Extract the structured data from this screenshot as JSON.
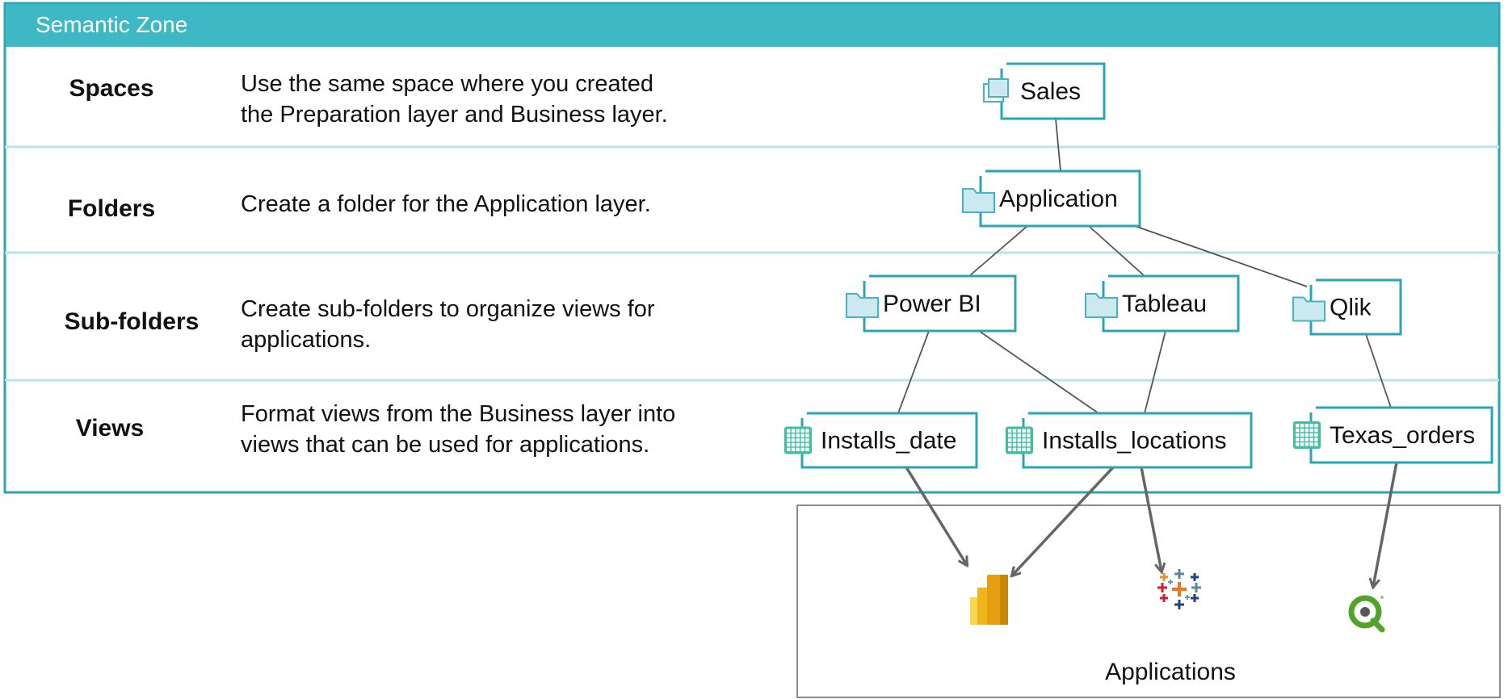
{
  "zone": {
    "title": "Semantic Zone"
  },
  "rows": [
    {
      "label": "Spaces",
      "desc": [
        "Use the same space where you created",
        "the Preparation layer and Business layer."
      ]
    },
    {
      "label": "Folders",
      "desc": [
        "Create a folder for the Application layer."
      ]
    },
    {
      "label": "Sub-folders",
      "desc": [
        "Create sub-folders to organize views for",
        "applications."
      ]
    },
    {
      "label": "Views",
      "desc": [
        "Format views from the Business layer into",
        "views that can be used for applications."
      ]
    }
  ],
  "nodes": [
    {
      "id": "sales",
      "label": "Sales",
      "icon": "space-icon"
    },
    {
      "id": "application",
      "label": "Application",
      "icon": "folder-icon"
    },
    {
      "id": "powerbi",
      "label": "Power BI",
      "icon": "folder-icon"
    },
    {
      "id": "tableau",
      "label": "Tableau",
      "icon": "folder-icon"
    },
    {
      "id": "qlik",
      "label": "Qlik",
      "icon": "folder-icon"
    },
    {
      "id": "installs_date",
      "label": "Installs_date",
      "icon": "table-view-icon"
    },
    {
      "id": "installs_locations",
      "label": "Installs_locations",
      "icon": "table-view-icon"
    },
    {
      "id": "texas_orders",
      "label": "Texas_orders",
      "icon": "table-view-icon"
    }
  ],
  "edges": [
    [
      "sales",
      "application"
    ],
    [
      "application",
      "powerbi"
    ],
    [
      "application",
      "tableau"
    ],
    [
      "application",
      "qlik"
    ],
    [
      "powerbi",
      "installs_date"
    ],
    [
      "powerbi",
      "installs_locations"
    ],
    [
      "tableau",
      "installs_locations"
    ],
    [
      "qlik",
      "texas_orders"
    ]
  ],
  "arrows": [
    [
      "installs_date",
      "powerbi-app"
    ],
    [
      "installs_locations",
      "powerbi-app"
    ],
    [
      "installs_locations",
      "tableau-app"
    ],
    [
      "texas_orders",
      "qlik-app"
    ]
  ],
  "applications": {
    "label": "Applications",
    "apps": [
      {
        "id": "powerbi-app",
        "icon": "power-bi-logo-icon"
      },
      {
        "id": "tableau-app",
        "icon": "tableau-logo-icon"
      },
      {
        "id": "qlik-app",
        "icon": "qlik-logo-icon"
      }
    ]
  },
  "colors": {
    "teal": "#3fb8c6",
    "teal_border": "#2aa5b4",
    "icon_fill": "#cde9f0",
    "icon_stroke": "#46b4c4",
    "grid_green": "#3fbf9f",
    "row_divider": "#b7e3e9",
    "connector": "#555555",
    "arrow": "#666666"
  }
}
